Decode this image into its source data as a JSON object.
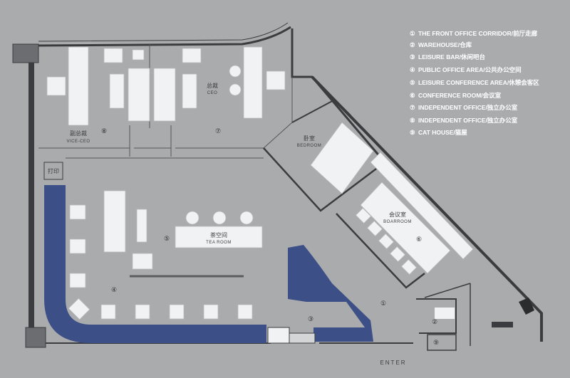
{
  "legend": [
    {
      "marker": "①",
      "text": "THE FRONT OFFICE  CORRIDOR/前厅走廊"
    },
    {
      "marker": "②",
      "text": "WAREHOUSE/仓库"
    },
    {
      "marker": "③",
      "text": "LEISURE BAR/休闲吧台"
    },
    {
      "marker": "④",
      "text": "PUBLIC OFFICE AREA/公共办公空间"
    },
    {
      "marker": "⑤",
      "text": "LEISURE CONFERENCE AREA/休憩会客区"
    },
    {
      "marker": "⑥",
      "text": "CONFERENCE ROOM/会议室"
    },
    {
      "marker": "⑦",
      "text": "INDEPENDENT OFFICE/独立办公室"
    },
    {
      "marker": "⑧",
      "text": "INDEPENDENT OFFICE/独立办公室"
    },
    {
      "marker": "⑨",
      "text": "CAT HOUSE/猫屋"
    }
  ],
  "rooms": {
    "vice_ceo_cn": "副总裁",
    "vice_ceo_en": "VICE-CEO",
    "ceo_cn": "总裁",
    "ceo_en": "CEO",
    "bedroom_cn": "卧室",
    "bedroom_en": "BEDROOM",
    "boardroom_cn": "会议室",
    "boardroom_en": "BOARROOM",
    "tea_room_cn": "茶空间",
    "tea_room_en": "TEA ROOM",
    "print_cn": "打印"
  },
  "markers": {
    "m1": "①",
    "m2": "②",
    "m3": "③",
    "m4": "④",
    "m5": "⑤",
    "m6": "⑥",
    "m7": "⑦",
    "m8": "⑧",
    "m9": "⑨"
  },
  "enter": "ENTER",
  "colors": {
    "background": "#a9abad",
    "wall": "#3a3c3f",
    "corridor_blue": "#3c4f86",
    "furniture": "#f1f2f3",
    "legend_text": "#ffffff"
  }
}
